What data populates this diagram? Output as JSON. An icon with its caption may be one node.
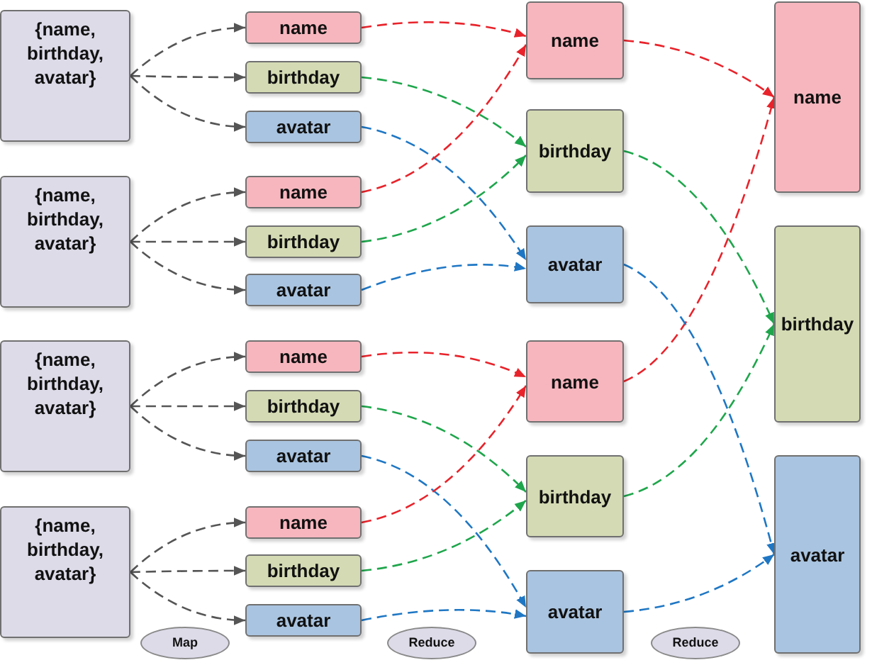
{
  "diagram": {
    "nodes": [
      {
        "text": [
          "{name, birthday, avatar}"
        ]
      },
      {
        "text": [
          "{name, birthday, avatar}"
        ]
      },
      {
        "text": [
          "{name, birthday, avatar}"
        ]
      },
      {
        "text": [
          "{name, birthday, avatar}"
        ]
      },
      {
        "text": [
          "name"
        ]
      },
      {
        "text": [
          "birthday"
        ]
      },
      {
        "text": [
          "avatar"
        ]
      },
      {
        "text": [
          "name"
        ]
      },
      {
        "text": [
          "birthday"
        ]
      },
      {
        "text": [
          "avatar"
        ]
      },
      {
        "text": [
          "name"
        ]
      },
      {
        "text": [
          "birthday"
        ]
      },
      {
        "text": [
          "avatar"
        ]
      },
      {
        "text": [
          "name"
        ]
      },
      {
        "text": [
          "birthday"
        ]
      },
      {
        "text": [
          "avatar"
        ]
      },
      {
        "text": [
          "name"
        ]
      },
      {
        "text": [
          "birthday"
        ]
      },
      {
        "text": [
          "avatar"
        ]
      },
      {
        "text": [
          "name"
        ]
      },
      {
        "text": [
          "birthday"
        ]
      },
      {
        "text": [
          "avatar"
        ]
      },
      {
        "text": [
          "name"
        ]
      },
      {
        "text": [
          "birthday"
        ]
      },
      {
        "text": [
          "avatar"
        ]
      },
      {
        "text": [
          "Map"
        ]
      },
      {
        "text": [
          "Reduce"
        ]
      },
      {
        "text": [
          "Reduce"
        ]
      }
    ],
    "edges": [
      {
        "from": 0,
        "to": 4,
        "arrow": "to",
        "style": "dashed"
      },
      {
        "from": 0,
        "to": 5,
        "arrow": "to",
        "style": "dashed"
      },
      {
        "from": 0,
        "to": 6,
        "arrow": "to",
        "style": "dashed"
      },
      {
        "from": 1,
        "to": 7,
        "arrow": "to",
        "style": "dashed"
      },
      {
        "from": 1,
        "to": 8,
        "arrow": "to",
        "style": "dashed"
      },
      {
        "from": 1,
        "to": 9,
        "arrow": "to",
        "style": "dashed"
      },
      {
        "from": 2,
        "to": 10,
        "arrow": "to",
        "style": "dashed"
      },
      {
        "from": 2,
        "to": 11,
        "arrow": "to",
        "style": "dashed"
      },
      {
        "from": 2,
        "to": 12,
        "arrow": "to",
        "style": "dashed"
      },
      {
        "from": 3,
        "to": 13,
        "arrow": "to",
        "style": "dashed"
      },
      {
        "from": 3,
        "to": 14,
        "arrow": "to",
        "style": "dashed"
      },
      {
        "from": 3,
        "to": 15,
        "arrow": "to",
        "style": "dashed"
      },
      {
        "from": 4,
        "to": 16,
        "arrow": "to",
        "style": "dashed",
        "color": "#e8232b"
      },
      {
        "from": 5,
        "to": 17,
        "arrow": "to",
        "style": "dashed",
        "color": "#1fa64c"
      },
      {
        "from": 6,
        "to": 18,
        "arrow": "to",
        "style": "dashed",
        "color": "#1f77c4"
      },
      {
        "from": 7,
        "to": 16,
        "arrow": "to",
        "style": "dashed",
        "color": "#e8232b"
      },
      {
        "from": 8,
        "to": 17,
        "arrow": "to",
        "style": "dashed",
        "color": "#1fa64c"
      },
      {
        "from": 9,
        "to": 18,
        "arrow": "to",
        "style": "dashed",
        "color": "#1f77c4"
      },
      {
        "from": 10,
        "to": 19,
        "arrow": "to",
        "style": "dashed",
        "color": "#e8232b"
      },
      {
        "from": 11,
        "to": 20,
        "arrow": "to",
        "style": "dashed",
        "color": "#1fa64c"
      },
      {
        "from": 12,
        "to": 21,
        "arrow": "to",
        "style": "dashed",
        "color": "#1f77c4"
      },
      {
        "from": 13,
        "to": 19,
        "arrow": "to",
        "style": "dashed",
        "color": "#e8232b"
      },
      {
        "from": 14,
        "to": 20,
        "arrow": "to",
        "style": "dashed",
        "color": "#1fa64c"
      },
      {
        "from": 15,
        "to": 21,
        "arrow": "to",
        "style": "dashed",
        "color": "#1f77c4"
      },
      {
        "from": 16,
        "to": 22,
        "arrow": "to",
        "style": "dashed",
        "color": "#e8232b"
      },
      {
        "from": 19,
        "to": 22,
        "arrow": "to",
        "style": "dashed",
        "color": "#e8232b"
      },
      {
        "from": 17,
        "to": 23,
        "arrow": "to",
        "style": "dashed",
        "color": "#1fa64c"
      },
      {
        "from": 20,
        "to": 23,
        "arrow": "to",
        "style": "dashed",
        "color": "#1fa64c"
      },
      {
        "from": 18,
        "to": 24,
        "arrow": "to",
        "style": "dashed",
        "color": "#1f77c4"
      },
      {
        "from": 21,
        "to": 24,
        "arrow": "to",
        "style": "dashed",
        "color": "#1f77c4"
      }
    ]
  }
}
